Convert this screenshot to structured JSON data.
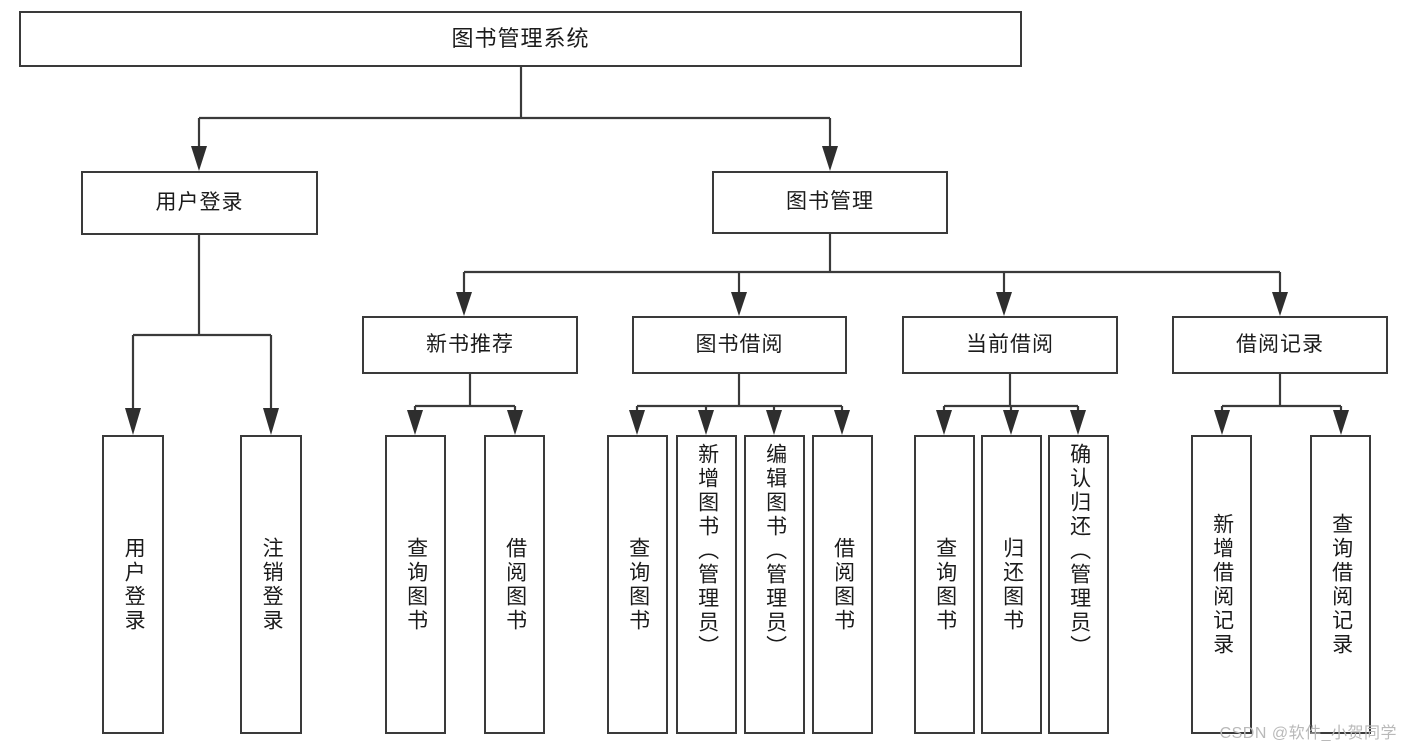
{
  "diagram": {
    "title": "图书管理系统",
    "type": "tree",
    "root": {
      "id": "root",
      "label": "图书管理系统"
    },
    "level2": [
      {
        "id": "user-login",
        "label": "用户登录"
      },
      {
        "id": "book-manage",
        "label": "图书管理"
      }
    ],
    "level3": [
      {
        "id": "new-book-rec",
        "label": "新书推荐",
        "parent": "book-manage"
      },
      {
        "id": "book-borrow",
        "label": "图书借阅",
        "parent": "book-manage"
      },
      {
        "id": "current-borrow",
        "label": "当前借阅",
        "parent": "book-manage"
      },
      {
        "id": "borrow-record",
        "label": "借阅记录",
        "parent": "book-manage"
      }
    ],
    "leaves": [
      {
        "id": "leaf-user-login",
        "label": "用户登录",
        "parent": "user-login"
      },
      {
        "id": "leaf-logout",
        "label": "注销登录",
        "parent": "user-login"
      },
      {
        "id": "leaf-query-book-1",
        "label": "查询图书",
        "parent": "new-book-rec"
      },
      {
        "id": "leaf-borrow-book-1",
        "label": "借阅图书",
        "parent": "new-book-rec"
      },
      {
        "id": "leaf-query-book-2",
        "label": "查询图书",
        "parent": "book-borrow"
      },
      {
        "id": "leaf-add-book",
        "label": "新增图书（管理员）",
        "parent": "book-borrow"
      },
      {
        "id": "leaf-edit-book",
        "label": "编辑图书（管理员）",
        "parent": "book-borrow"
      },
      {
        "id": "leaf-borrow-book-2",
        "label": "借阅图书",
        "parent": "book-borrow"
      },
      {
        "id": "leaf-query-book-3",
        "label": "查询图书",
        "parent": "current-borrow"
      },
      {
        "id": "leaf-return-book",
        "label": "归还图书",
        "parent": "current-borrow"
      },
      {
        "id": "leaf-confirm-return",
        "label": "确认归还（管理员）",
        "parent": "current-borrow"
      },
      {
        "id": "leaf-add-record",
        "label": "新增借阅记录",
        "parent": "borrow-record"
      },
      {
        "id": "leaf-query-record",
        "label": "查询借阅记录",
        "parent": "borrow-record"
      }
    ]
  },
  "watermark": {
    "text": "CSDN @软件_小贺同学"
  },
  "colors": {
    "background": "#ffffff",
    "box_border": "#3a3a3a",
    "connector": "#3a3a3a",
    "text": "#1b1b1b",
    "watermark": "#b9b9b9"
  }
}
